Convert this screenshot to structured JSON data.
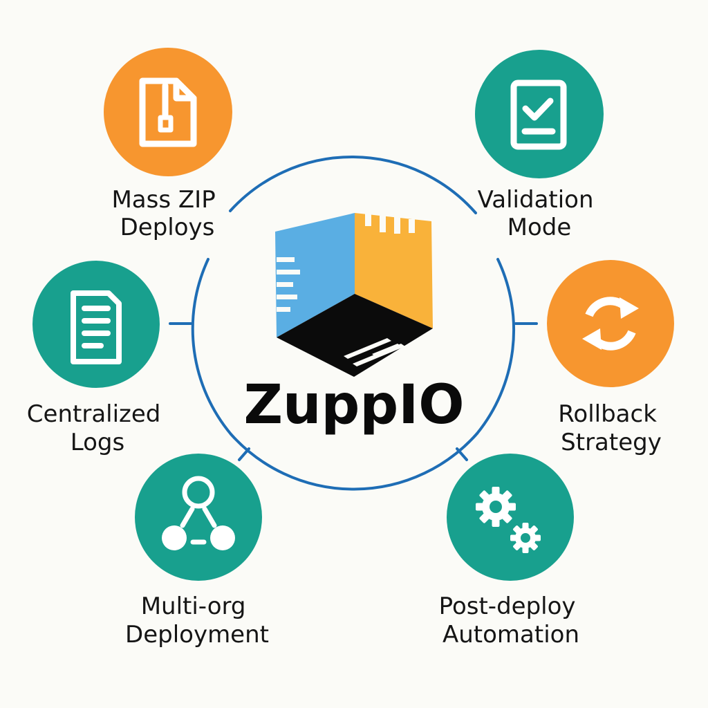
{
  "brand": {
    "name": "ZuppIO",
    "colors": {
      "cube_left": "#5AAEE3",
      "cube_right": "#F9B23A",
      "cube_bottom": "#0B0B0B"
    }
  },
  "colors": {
    "ring": "#1E6DB5",
    "orange": "#F7962F",
    "teal": "#18A08E",
    "text": "#151515"
  },
  "features": [
    {
      "id": "mass-zip",
      "line1": "Mass ZIP",
      "line2": "Deploys",
      "icon": "zip-file-icon",
      "color": "orange"
    },
    {
      "id": "validation",
      "line1": "Validation",
      "line2": "Mode",
      "icon": "checklist-icon",
      "color": "teal"
    },
    {
      "id": "logs",
      "line1": "Centralized",
      "line2": "Logs",
      "icon": "document-icon",
      "color": "teal"
    },
    {
      "id": "rollback",
      "line1": "Rollback",
      "line2": "Strategy",
      "icon": "refresh-icon",
      "color": "orange"
    },
    {
      "id": "multi-org",
      "line1": "Multi-org",
      "line2": "Deployment",
      "icon": "network-icon",
      "color": "teal"
    },
    {
      "id": "post-deploy",
      "line1": "Post-deploy",
      "line2": "Automation",
      "icon": "gears-icon",
      "color": "teal"
    }
  ]
}
